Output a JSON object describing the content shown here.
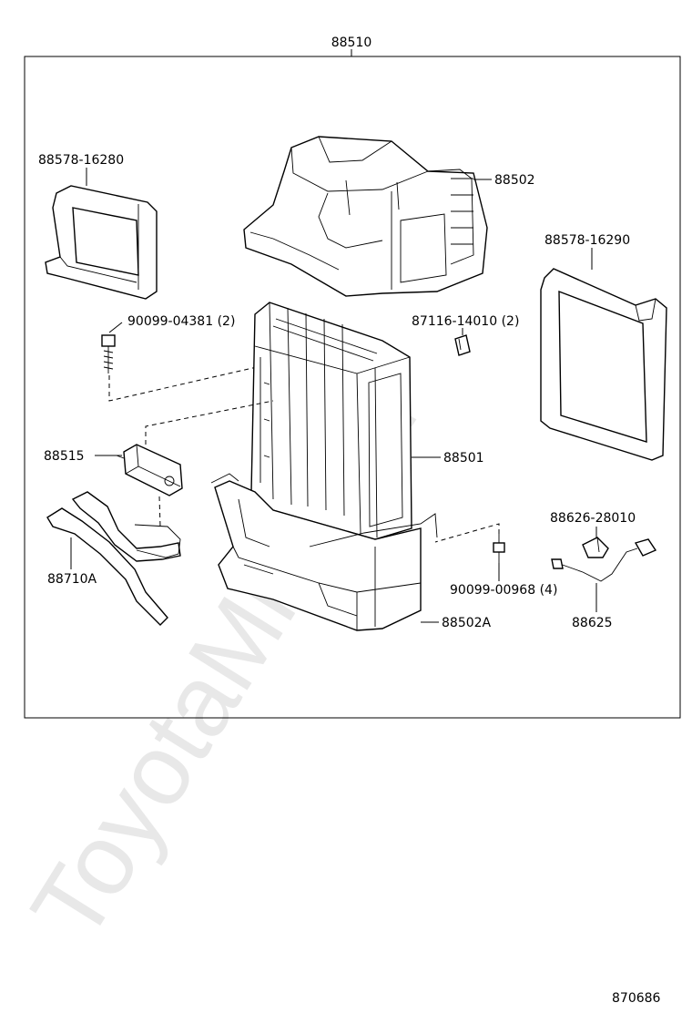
{
  "watermark": "ToyotaMine.ru",
  "diagram_id": "870686",
  "labels": {
    "assembly": "88510",
    "case_upper": "88502",
    "case_lower": "88502A",
    "evaporator": "88501",
    "packing_left": "88578-16280",
    "packing_right": "88578-16290",
    "bolt": "90099-04381 (2)",
    "clip": "87116-14010 (2)",
    "expansion_valve": "88515",
    "tube": "88710A",
    "screw": "90099-00968 (4)",
    "thermistor_holder": "88626-28010",
    "thermistor": "88625"
  }
}
